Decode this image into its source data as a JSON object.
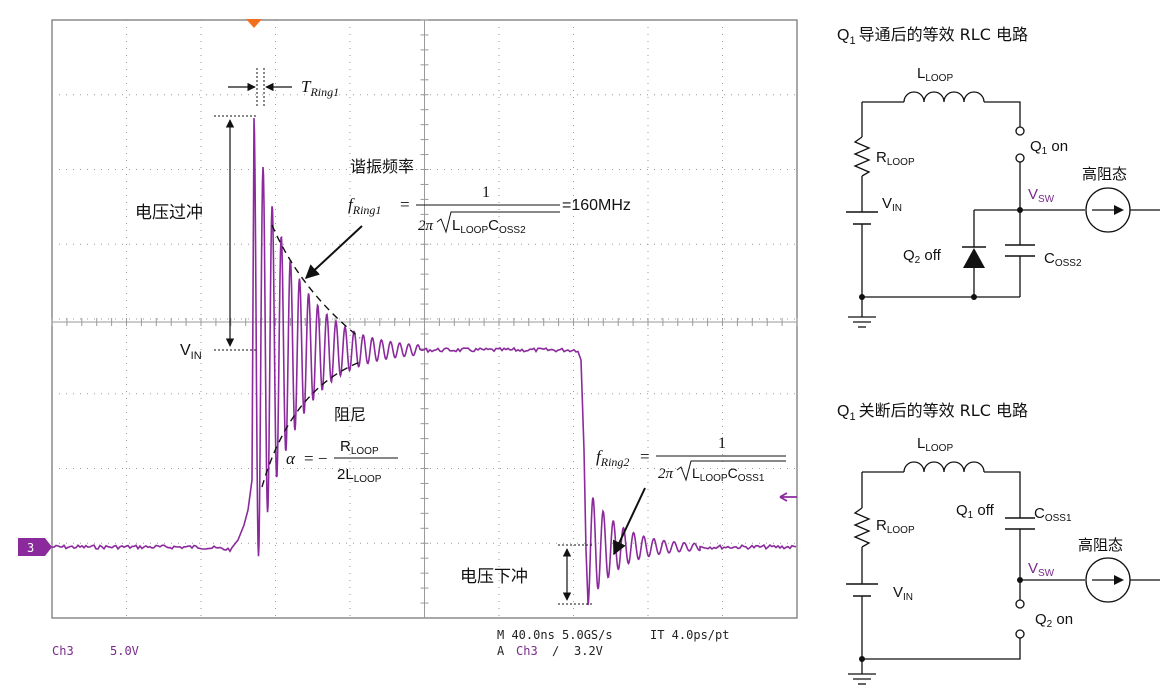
{
  "colors": {
    "trace": "#8b2a9c",
    "grid": "#9a9a9a",
    "frame": "#7a7a7a",
    "highlight_red": "#e0302a",
    "scope_text": "#7a2a8c",
    "trigger_orange": "#f07020",
    "ink": "#111111"
  },
  "scope": {
    "channel_marker": "3",
    "ch_label": "Ch3",
    "ch_scale": "5.0V",
    "timebase": "M 40.0ns 5.0GS/s",
    "interp": "IT 4.0ps/pt",
    "trig_prefix": "A",
    "trig_channel": "Ch3",
    "trig_slope": "∕",
    "trig_level": "3.2V"
  },
  "annotations": {
    "overshoot": "电压过冲",
    "undershoot": "电压下冲",
    "resonance": "谐振频率",
    "damping": "阻尼",
    "vin_main": "V",
    "vin_sub": "IN",
    "t_ring_T": "T",
    "t_ring_sub": "Ring1",
    "f1_f": "f",
    "f1_sub": "Ring1",
    "f2_f": "f",
    "f2_sub": "Ring2",
    "eq": "=",
    "one": "1",
    "two_pi": "2π",
    "l_main": "L",
    "l_sub": "LOOP",
    "c_main": "C",
    "coss2_sub": "OSS2",
    "coss1_sub": "OSS1",
    "f1_result": "=160MHz",
    "alpha": "α",
    "alpha_eq": "= −",
    "r_main": "R",
    "r_sub": "LOOP",
    "two_l": "2L"
  },
  "circuit_top": {
    "title_q": "Q",
    "title_q_sub": "1",
    "title_highlight": "导通",
    "title_rest": "后的等效 RLC 电路",
    "l_main": "L",
    "l_sub": "LOOP",
    "r_main": "R",
    "r_sub": "LOOP",
    "vin_main": "V",
    "vin_sub": "IN",
    "q1_main": "Q",
    "q1_sub": "1",
    "q1_state": " on",
    "q2_main": "Q",
    "q2_sub": "2",
    "q2_state": " off",
    "vsw_main": "V",
    "vsw_sub": "SW",
    "c_main": "C",
    "c_sub": "OSS2",
    "hiz": "高阻态"
  },
  "circuit_bottom": {
    "title_q": "Q",
    "title_q_sub": "1",
    "title_highlight": "关断",
    "title_rest": "后的等效 RLC 电路",
    "l_main": "L",
    "l_sub": "LOOP",
    "r_main": "R",
    "r_sub": "LOOP",
    "vin_main": "V",
    "vin_sub": "IN",
    "q1_main": "Q",
    "q1_sub": "1",
    "q1_state": " off",
    "q2_main": "Q",
    "q2_sub": "2",
    "q2_state": " on",
    "vsw_main": "V",
    "vsw_sub": "SW",
    "c_main": "C",
    "c_sub": "OSS1",
    "hiz": "高阻态"
  }
}
